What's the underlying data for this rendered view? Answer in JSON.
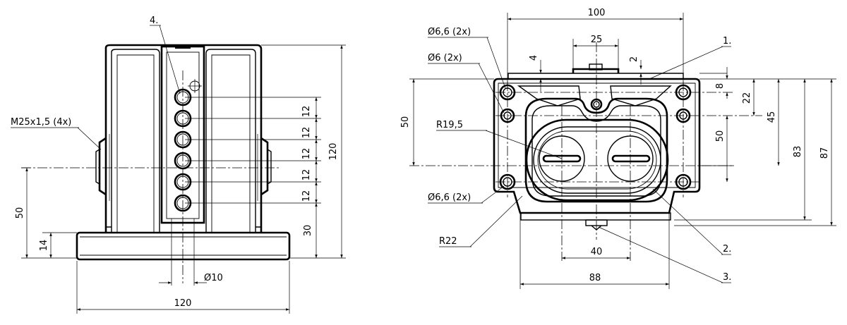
{
  "left_view": {
    "callout_4": "4.",
    "thread_label": "M25x1,5 (4x)",
    "dims": {
      "pitch": "12",
      "base_to_led": "30",
      "height_total": "120",
      "width_total": "120",
      "axis_height": "50",
      "base_thickness": "14",
      "hole_dia": "Ø10"
    }
  },
  "right_view": {
    "callout_1": "1.",
    "callout_2": "2.",
    "callout_3": "3.",
    "hole_label_top": "Ø6,6 (2x)",
    "hole_label_side": "Ø6 (2x)",
    "hole_label_bottom": "Ø6,6 (2x)",
    "radius_inner": "R19,5",
    "radius_outer": "R22",
    "dims": {
      "width_top": "100",
      "slot_width": "25",
      "step_left": "4",
      "step_right": "2",
      "left_height": "50",
      "r8": "8",
      "r22": "22",
      "r45": "45",
      "r50": "50",
      "r83": "83",
      "r87": "87",
      "bottom_40": "40",
      "bottom_88": "88"
    }
  }
}
